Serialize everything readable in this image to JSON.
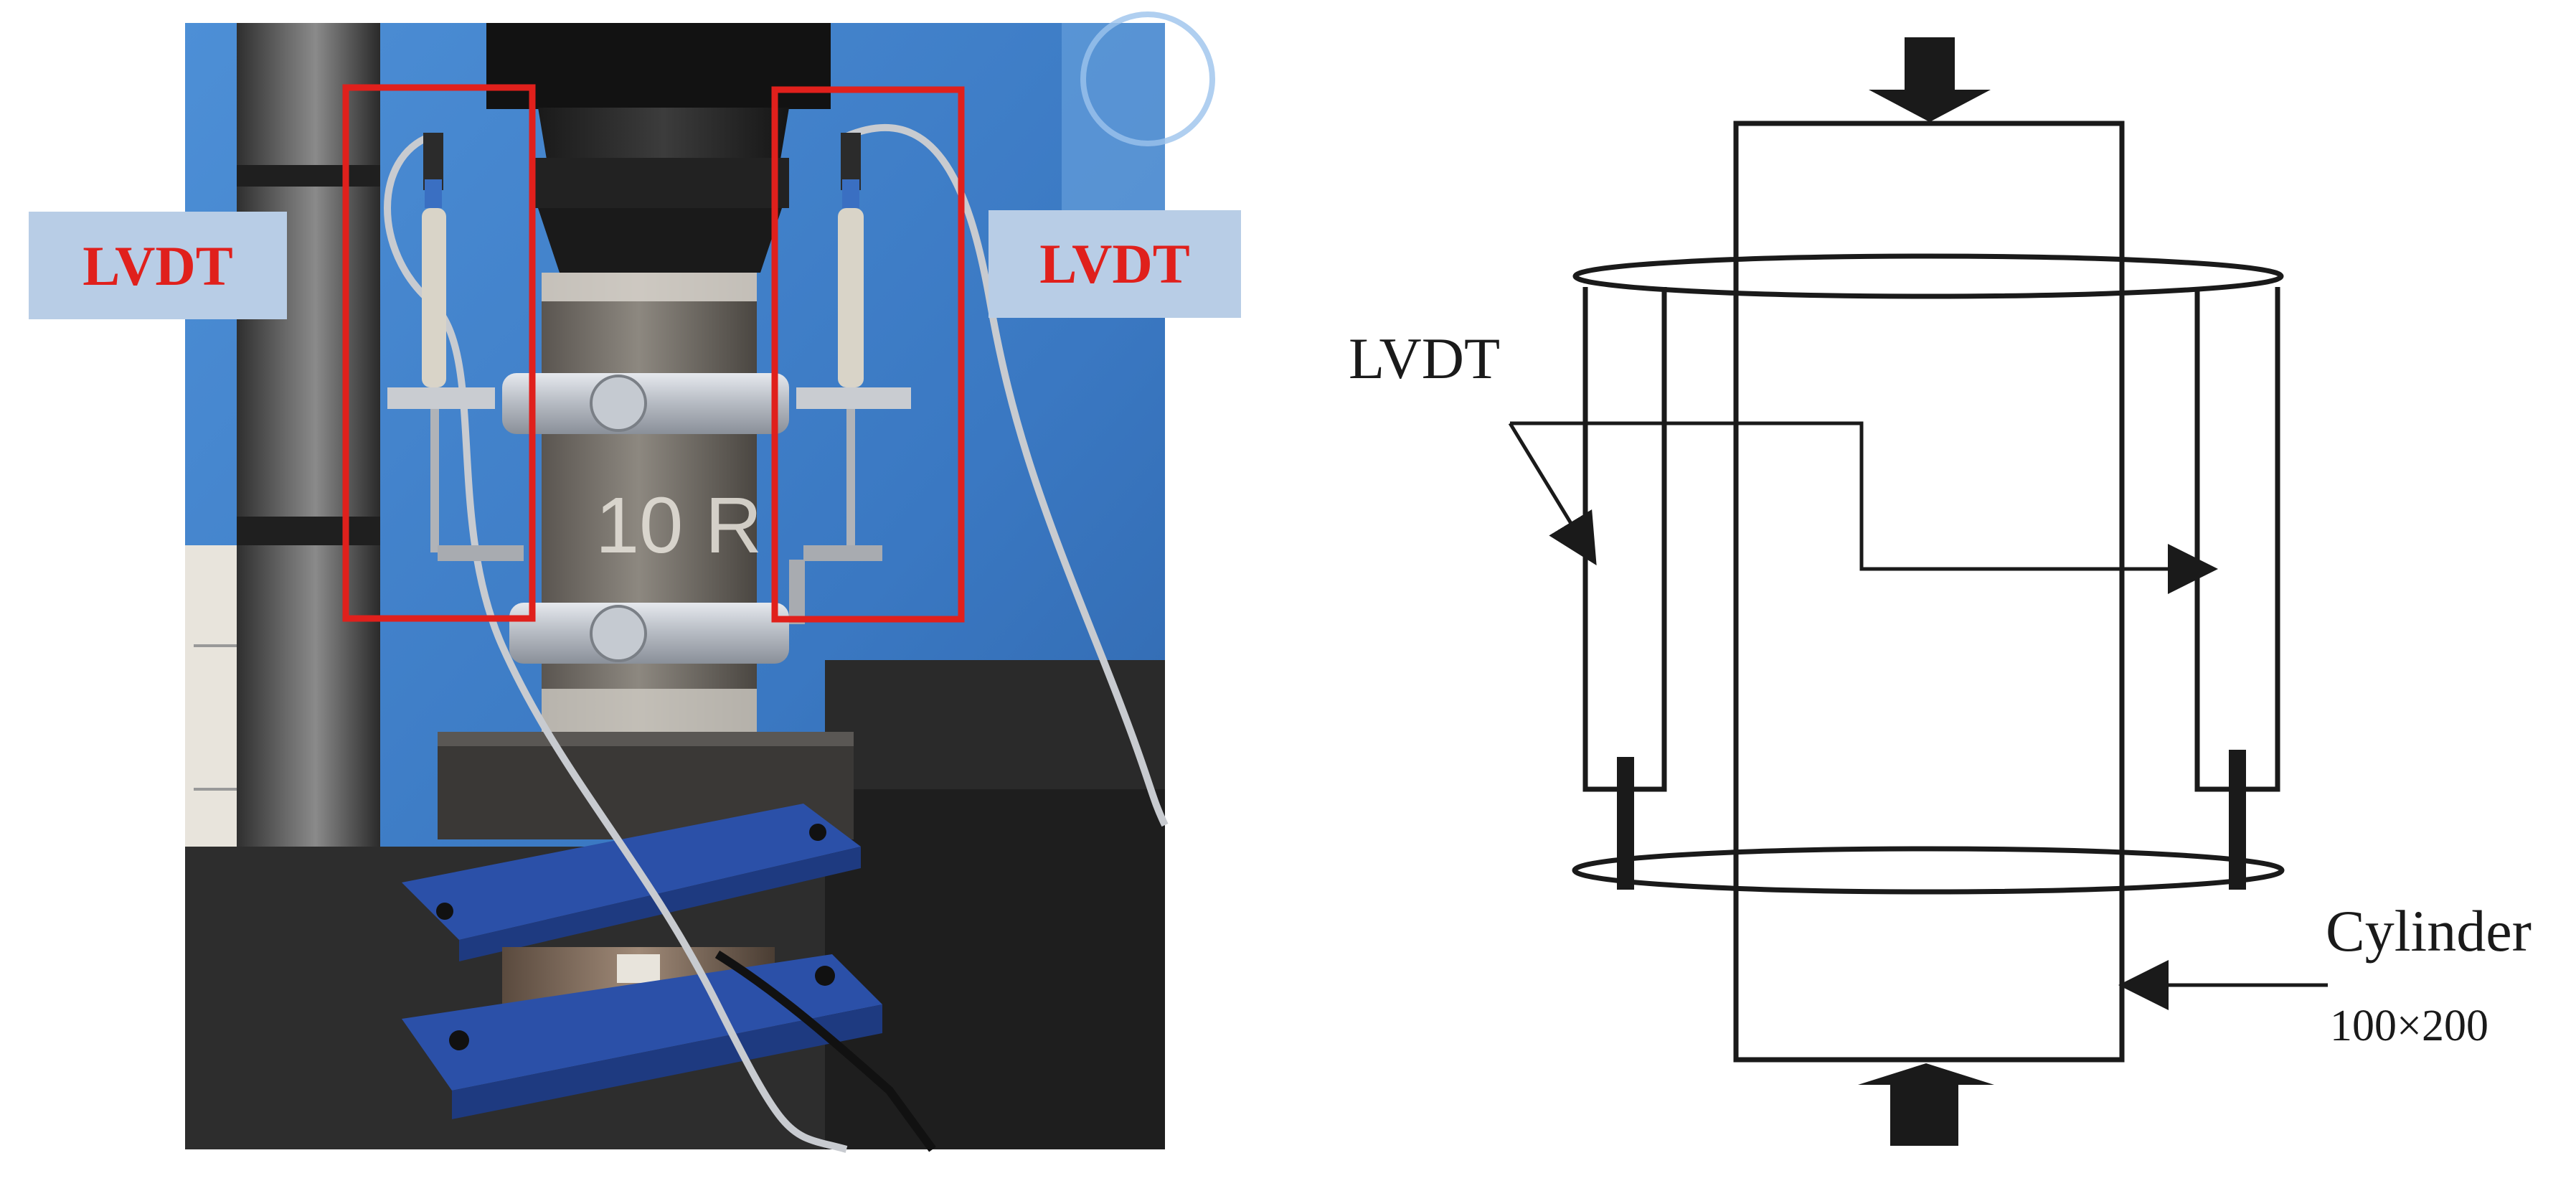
{
  "photo": {
    "left_label": "LVDT",
    "right_label": "LVDT",
    "specimen_marking": "10 R",
    "colors": {
      "highlight_box": "#e0201c",
      "label_background": "#b8cde6",
      "wall": "#3d7fc9",
      "load_plate": "#2b50a8"
    }
  },
  "diagram": {
    "lvdt_label": "LVDT",
    "cylinder_label": "Cylinder",
    "dimensions_label": "100×200"
  }
}
